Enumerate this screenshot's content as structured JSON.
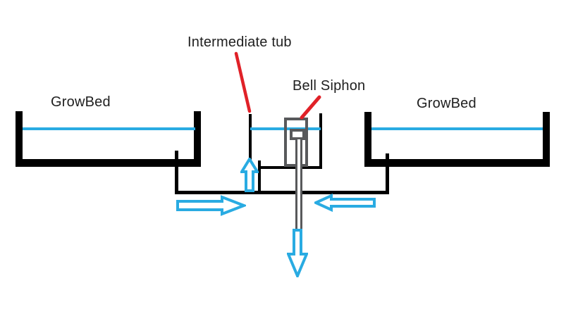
{
  "labels": {
    "growbed_left": "GrowBed",
    "growbed_right": "GrowBed",
    "intermediate_tub": "Intermediate tub",
    "bell_siphon": "Bell Siphon"
  },
  "colors": {
    "background": "#ffffff",
    "tank_outline": "#000000",
    "water": "#29abe2",
    "siphon_gray": "#58595b",
    "callout_red": "#e02128",
    "label_text": "#202020"
  },
  "flow_arrows": [
    {
      "icon": "flow-right-arrow-icon",
      "direction": "right"
    },
    {
      "icon": "flow-left-arrow-icon",
      "direction": "left"
    },
    {
      "icon": "flow-up-arrow-icon",
      "direction": "up"
    },
    {
      "icon": "flow-down-arrow-icon",
      "direction": "down"
    }
  ]
}
